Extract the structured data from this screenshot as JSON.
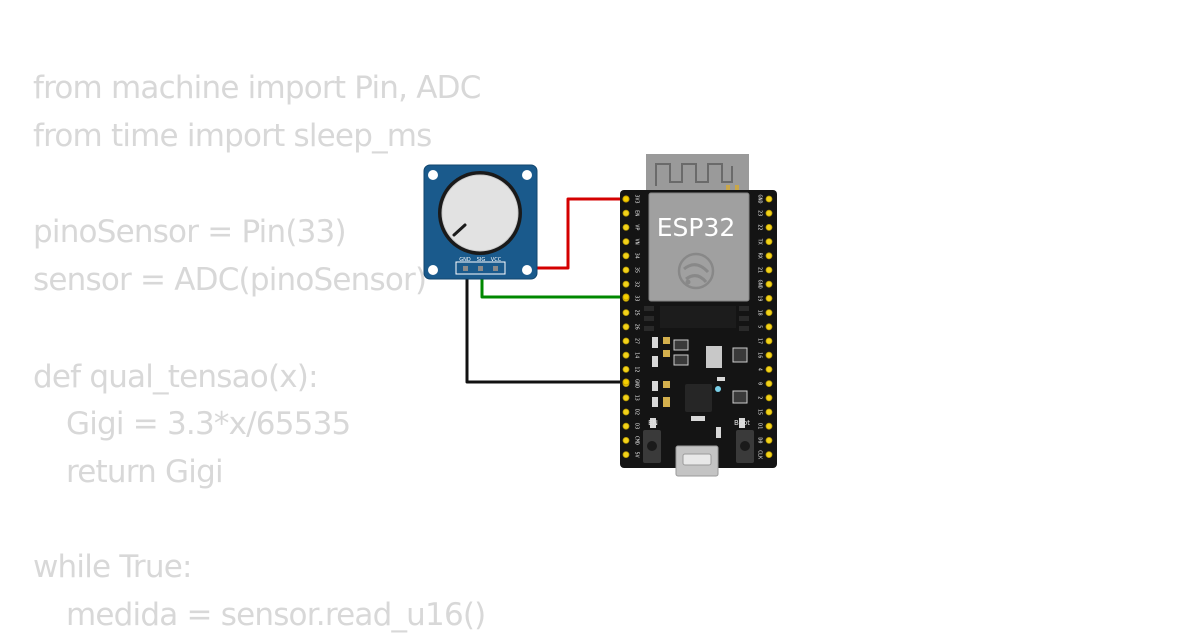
{
  "code": {
    "lines": [
      "from machine import Pin, ADC",
      "from time import sleep_ms",
      "pinoSensor = Pin(33)",
      "sensor = ADC(pinoSensor)",
      "def qual_tensao(x):",
      "Gigi = 3.3*x/65535",
      "return Gigi",
      "while True:",
      "medida = sensor.read_u16()"
    ]
  },
  "potentiometer": {
    "pin_gnd": "GND",
    "pin_sig": "SIG",
    "pin_vcc": "VCC"
  },
  "esp32": {
    "title": "ESP32",
    "button_en": "EN",
    "button_boot": "Boot",
    "left_pins": [
      "3V3",
      "EN",
      "VP",
      "VN",
      "34",
      "35",
      "32",
      "33",
      "25",
      "26",
      "27",
      "14",
      "12",
      "GND",
      "13",
      "D2",
      "D3",
      "CMD",
      "5V"
    ],
    "right_pins": [
      "GND",
      "23",
      "22",
      "TX",
      "RX",
      "21",
      "GND",
      "19",
      "18",
      "5",
      "17",
      "16",
      "4",
      "0",
      "2",
      "15",
      "D1",
      "D0",
      "CLK"
    ]
  },
  "wires": {
    "vcc_color": "#d40000",
    "sig_color": "#008800",
    "gnd_color": "#111111"
  }
}
